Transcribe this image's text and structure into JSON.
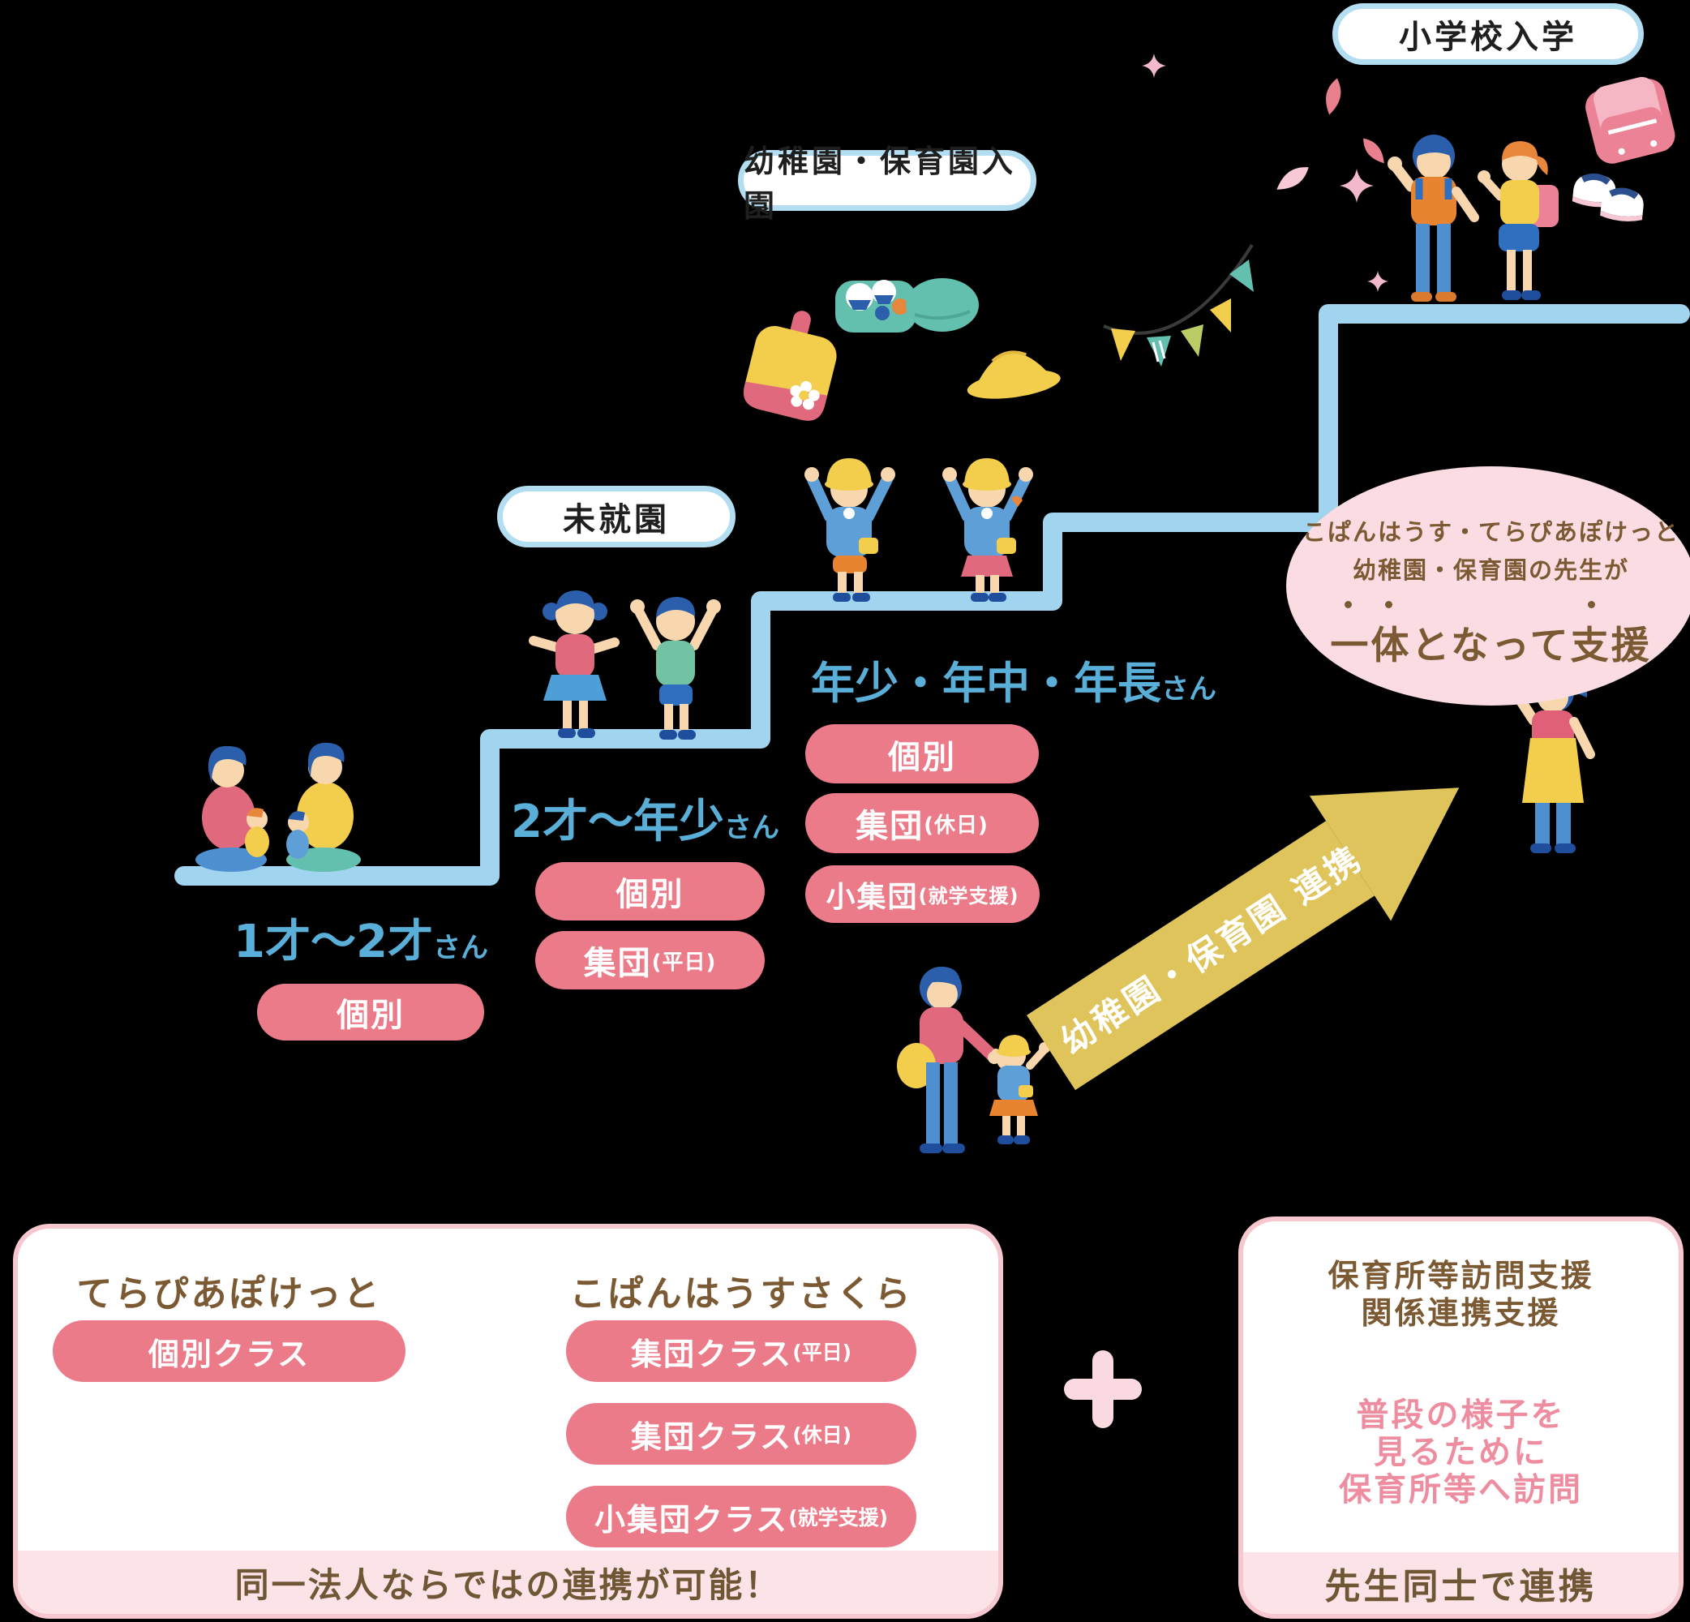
{
  "colors": {
    "background": "#000000",
    "stair_blue": "#A0D4EF",
    "heading_blue": "#5AAFD8",
    "pill_pink": "#EC7B89",
    "arrow_yellow": "#DEC45A",
    "bubble_pink": "#FADCE2",
    "box_border_pink": "#F6C7CF",
    "box_footer_pink": "#FCE3E8",
    "text_brown": "#7B5933",
    "body_pink_text": "#EE8DA0",
    "milestone_border_blue": "#B3DEF2"
  },
  "milestones": [
    {
      "label": "未就園"
    },
    {
      "label": "幼稚園・保育園入園"
    },
    {
      "label": "小学校入学"
    }
  ],
  "stages": [
    {
      "label": "1才〜2才",
      "suffix": "さん",
      "pills": [
        {
          "main": "個別",
          "note": ""
        }
      ]
    },
    {
      "label": "2才〜年少",
      "suffix": "さん",
      "pills": [
        {
          "main": "個別",
          "note": ""
        },
        {
          "main": "集団",
          "note": "(平日)"
        }
      ]
    },
    {
      "label": "年少・年中・年長",
      "suffix": "さん",
      "pills": [
        {
          "main": "個別",
          "note": ""
        },
        {
          "main": "集団",
          "note": "(休日)"
        },
        {
          "main": "小集団",
          "note": "(就学支援)"
        }
      ]
    }
  ],
  "arrow": {
    "label": "幼稚園・保育園 連携"
  },
  "bubble": {
    "line1": "こぱんはうす・てらぴあぽけっと",
    "line2": "幼稚園・保育園の先生が",
    "line3": "一体となって支援"
  },
  "bottom_left": {
    "columns": [
      {
        "title": "てらぴあぽけっと",
        "pills": [
          {
            "main": "個別クラス",
            "note": ""
          }
        ]
      },
      {
        "title": "こぱんはうすさくら",
        "pills": [
          {
            "main": "集団クラス",
            "note": "(平日)"
          },
          {
            "main": "集団クラス",
            "note": "(休日)"
          },
          {
            "main": "小集団クラス",
            "note": "(就学支援)"
          }
        ]
      }
    ],
    "footer": "同一法人ならではの連携が可能！"
  },
  "plus_symbol": "+",
  "bottom_right": {
    "title_line1": "保育所等訪問支援",
    "title_line2": "関係連携支援",
    "body_line1": "普段の様子を",
    "body_line2": "見るために",
    "body_line3": "保育所等へ訪問",
    "footer": "先生同士で連携"
  },
  "illustrations": [
    "staircase-line",
    "sitting-family",
    "toddler-kids",
    "kindergarten-kids",
    "school-kids",
    "mother-and-child",
    "teacher-figure",
    "bento-box",
    "shoulder-bag",
    "kindergarten-hat",
    "flag-garland",
    "sakura-petals",
    "sparkles",
    "randoseru-backpack",
    "indoor-shoes"
  ]
}
